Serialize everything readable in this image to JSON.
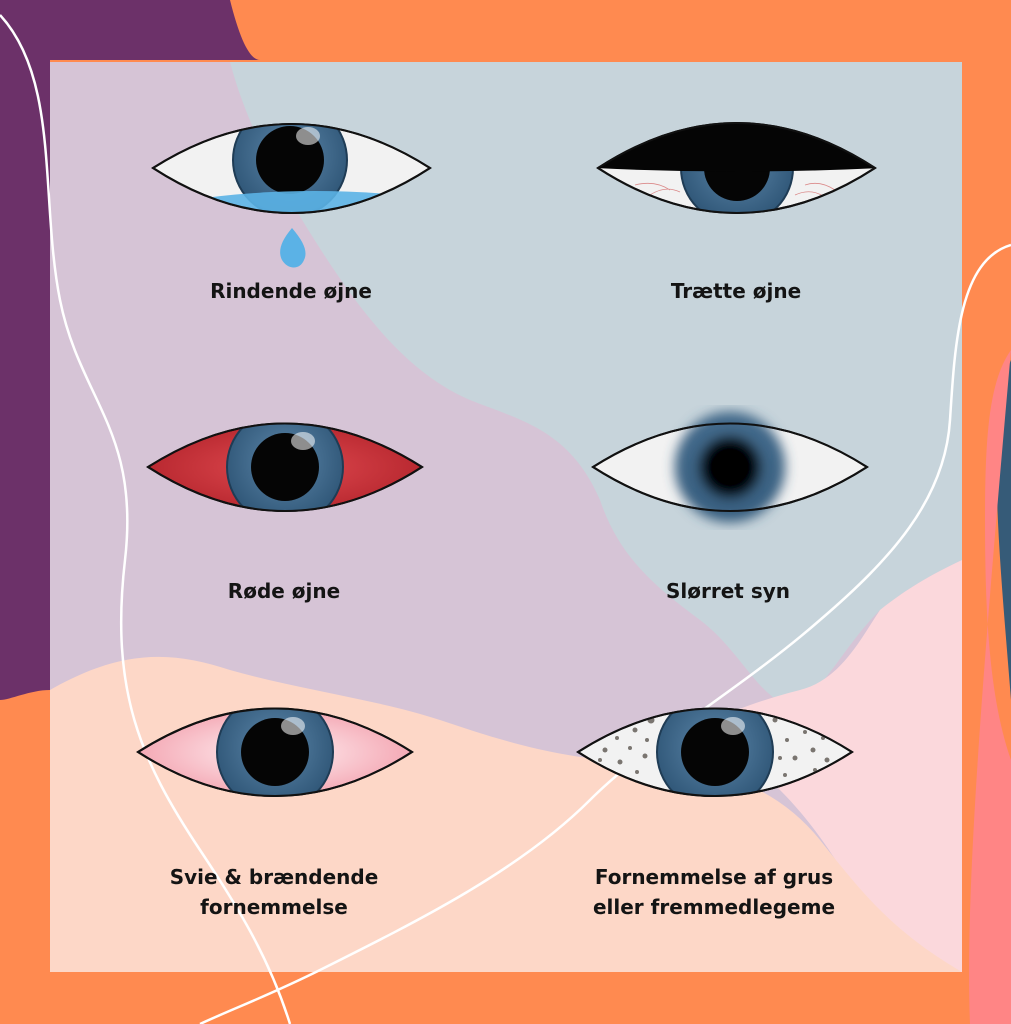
{
  "colors": {
    "purple": "#6c3169",
    "navy": "#365b78",
    "orange": "#ff8a50",
    "salmon": "#ff8585",
    "peach": "#fdd7c7",
    "lavender": "#d6c4d6",
    "bluegrey": "#c7d4db",
    "pink": "#fbd8dc",
    "iris": "#3f6a8f",
    "pupil": "#050505",
    "tear": "#5bb2e6",
    "red": "#c62c33",
    "pinkeye": "#f7b3bd"
  },
  "symptoms": [
    {
      "id": "watery",
      "lines": [
        "Rindende øjne"
      ],
      "icon": "teary-eye-icon"
    },
    {
      "id": "tired",
      "lines": [
        "Trætte øjne"
      ],
      "icon": "droopy-eyelid-icon"
    },
    {
      "id": "red",
      "lines": [
        "Røde øjne"
      ],
      "icon": "red-eye-icon"
    },
    {
      "id": "blurry",
      "lines": [
        "Slørret syn"
      ],
      "icon": "blurred-eye-icon"
    },
    {
      "id": "burning",
      "lines": [
        "Svie & brændende",
        "fornemmelse"
      ],
      "icon": "burning-eye-icon"
    },
    {
      "id": "gritty",
      "lines": [
        "Fornemmelse af grus",
        "eller fremmedlegeme"
      ],
      "icon": "gritty-eye-icon"
    }
  ]
}
